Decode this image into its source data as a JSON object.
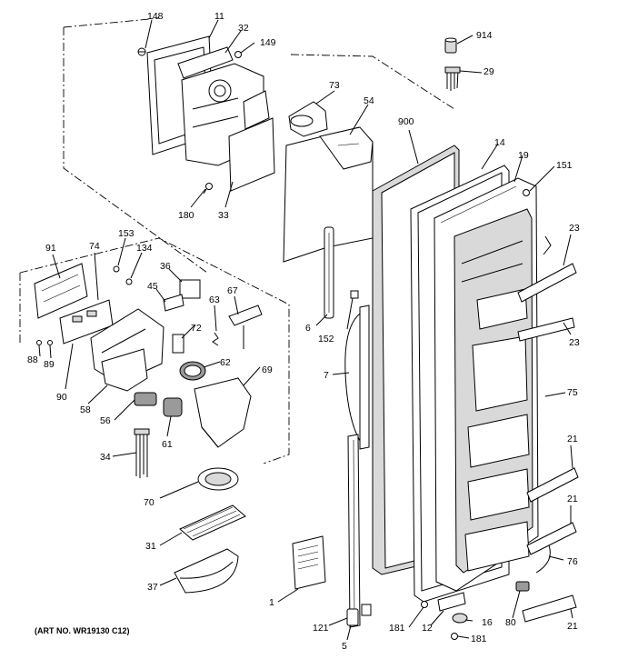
{
  "caption": "(ART NO. WR19130 C12)",
  "callouts": {
    "c148": "148",
    "c11": "11",
    "c32": "32",
    "c149": "149",
    "c914": "914",
    "c29": "29",
    "c73": "73",
    "c54": "54",
    "c900": "900",
    "c14": "14",
    "c19": "19",
    "c151": "151",
    "c180": "180",
    "c33": "33",
    "c91": "91",
    "c74": "74",
    "c153": "153",
    "c134": "134",
    "c36": "36",
    "c45": "45",
    "c63": "63",
    "c67": "67",
    "c72": "72",
    "c6": "6",
    "c152": "152",
    "c23a": "23",
    "c23b": "23",
    "c88": "88",
    "c89": "89",
    "c90": "90",
    "c62": "62",
    "c69": "69",
    "c58": "58",
    "c56": "56",
    "c61": "61",
    "c7": "7",
    "c75": "75",
    "c34": "34",
    "c70": "70",
    "c21a": "21",
    "c21b": "21",
    "c31": "31",
    "c76": "76",
    "c37": "37",
    "c1": "1",
    "c121": "121",
    "c181a": "181",
    "c12": "12",
    "c16": "16",
    "c80": "80",
    "c21c": "21",
    "c5": "5",
    "c181b": "181"
  }
}
